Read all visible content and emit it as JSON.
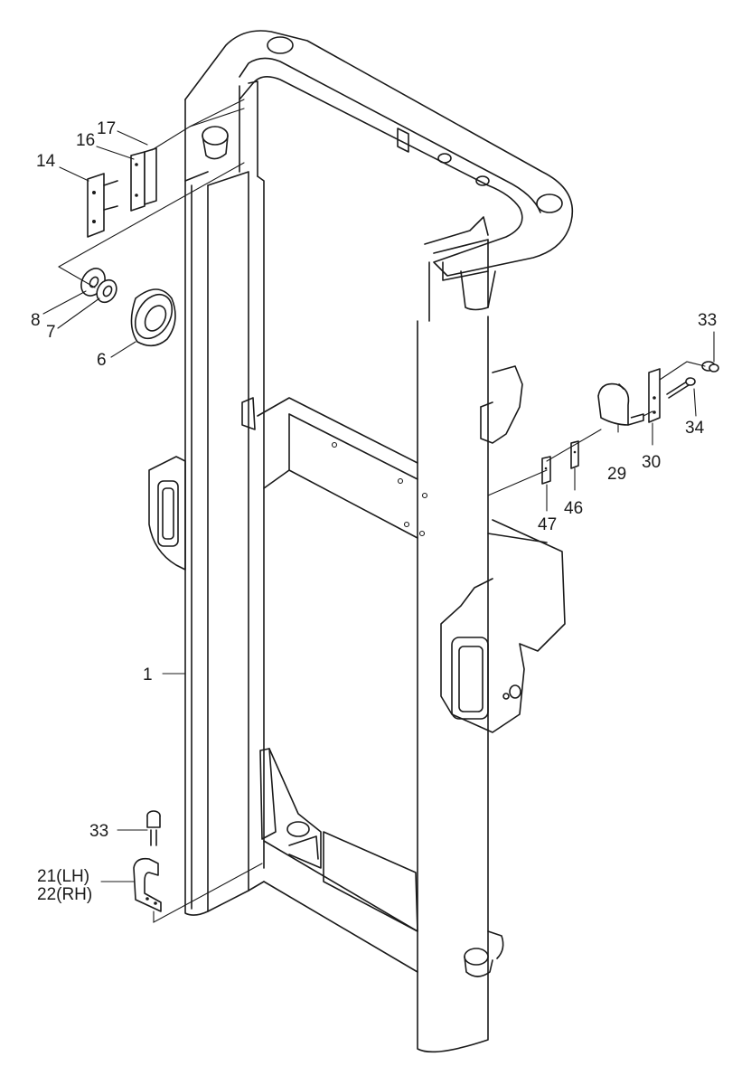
{
  "callouts": {
    "p1": "1",
    "p6": "6",
    "p7": "7",
    "p8": "8",
    "p14": "14",
    "p16": "16",
    "p17": "17",
    "p21": "21(LH)",
    "p22": "22(RH)",
    "p29": "29",
    "p30": "30",
    "p33_top": "33",
    "p33_bottom": "33",
    "p34": "34",
    "p46": "46",
    "p47": "47"
  },
  "colors": {
    "line": "#1a1a1a",
    "background": "#ffffff"
  }
}
